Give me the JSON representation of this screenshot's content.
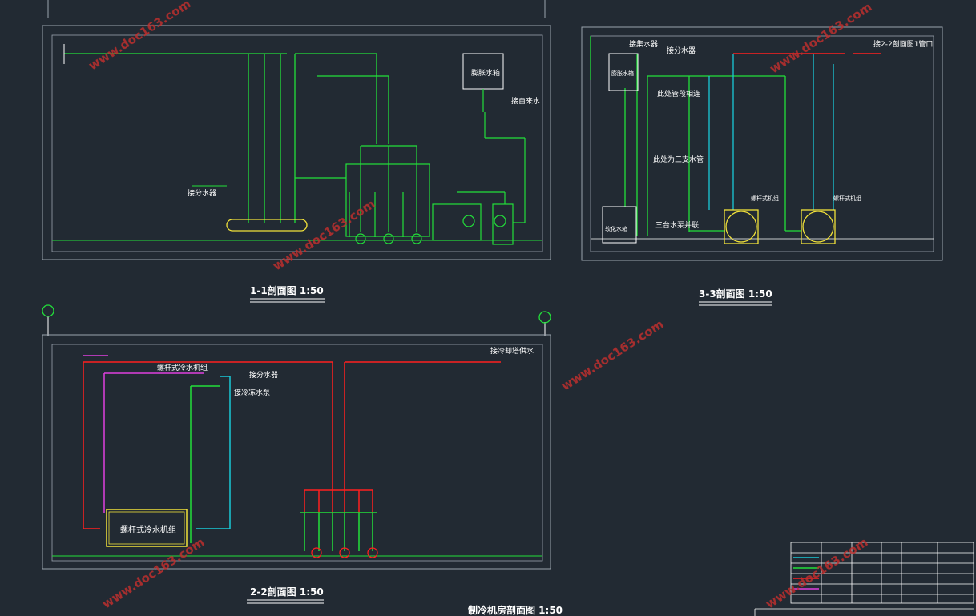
{
  "watermark": "www.doc163.com",
  "titles": {
    "section1": "1-1剖面图 1:50",
    "section3": "3-3剖面图 1:50",
    "section2": "2-2剖面图 1:50",
    "drawing": "制冷机房剖面图 1:50"
  },
  "section1": {
    "label_left": "接分水器",
    "label_dewater": "膨胀水箱",
    "label_autowater": "接自来水"
  },
  "section3": {
    "label_jifeng": "接集水器",
    "label_fenshui": "接分水器",
    "label_top_right": "接2-2剖面图1管口",
    "label_lianjie": "此处管段相连",
    "label_sanzhi": "此处为三支水管",
    "label_sanbeng": "三台水泵并联",
    "label_tank1": "膨胀水箱",
    "label_tank2": "软化水箱",
    "label_unit1": "螺杆式机组",
    "label_unit2": "螺杆式机组"
  },
  "section2": {
    "label_unit_top": "螺杆式冷水机组",
    "label_fenshui": "接分水器",
    "label_pump": "接冷冻水泵",
    "label_supply": "接冷却塔供水",
    "label_unit_box": "螺杆式冷水机组"
  },
  "colors": {
    "background": "#222a33",
    "frame": "#9aa4ae",
    "green": "#22e03a",
    "red": "#ff1f1f",
    "cyan": "#19c9d8",
    "magenta": "#e040e0",
    "yellow": "#f2e23a",
    "text": "#ffffff"
  }
}
